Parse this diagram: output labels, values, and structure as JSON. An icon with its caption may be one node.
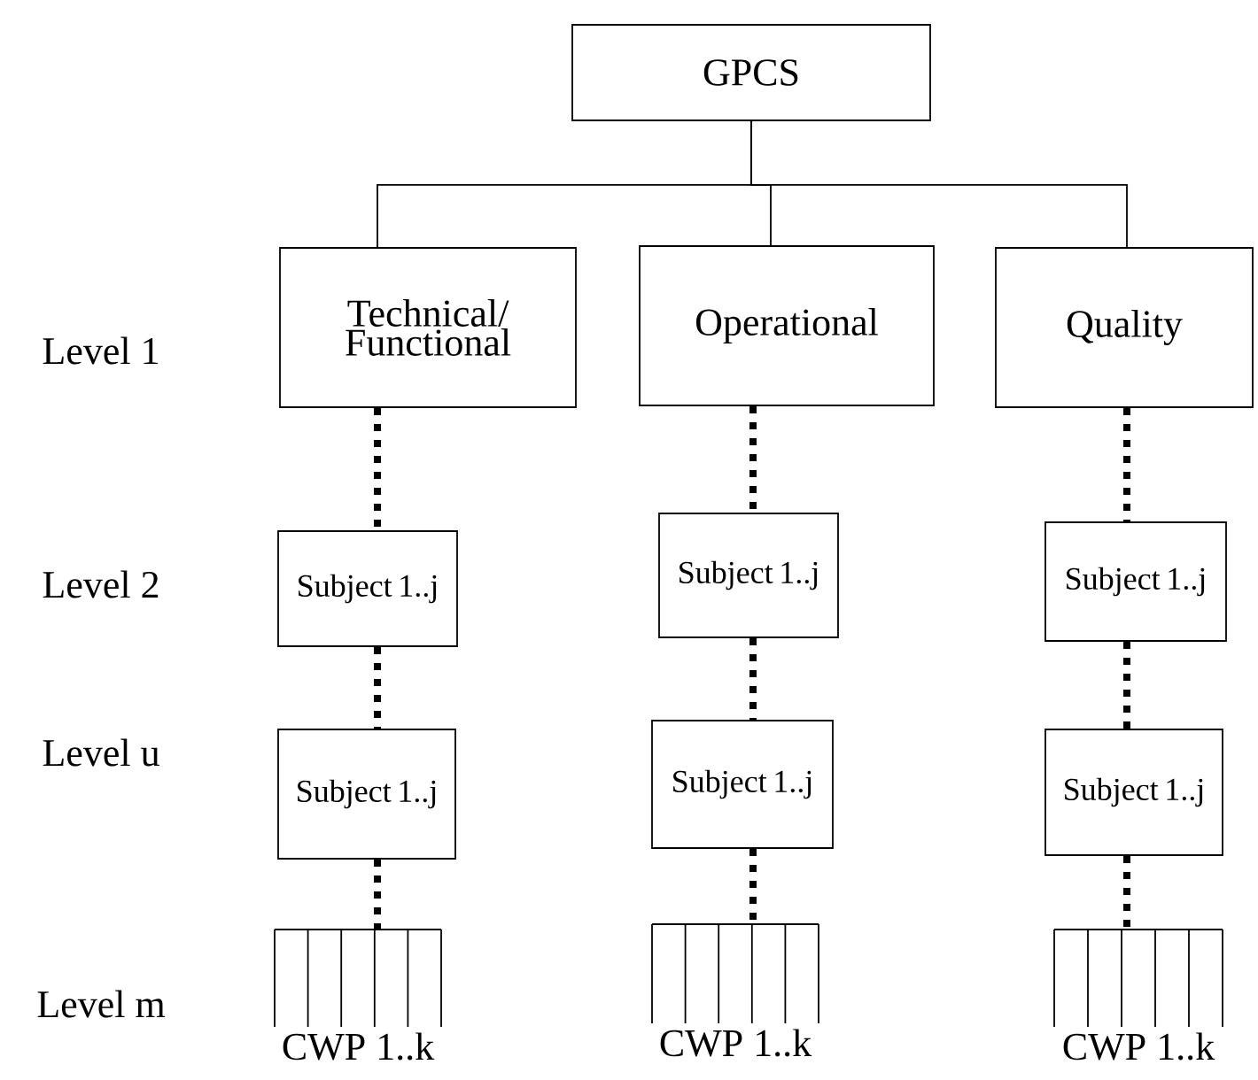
{
  "diagram": {
    "nodes": [
      {
        "text": [
          "GPCS"
        ]
      },
      {
        "text": [
          "Technical/ Functional"
        ]
      },
      {
        "text": [
          "Operational"
        ]
      },
      {
        "text": [
          "Quality"
        ]
      },
      {
        "text": [
          "Subject 1..j"
        ]
      },
      {
        "text": [
          "Subject 1..j"
        ]
      },
      {
        "text": [
          "Subject 1..j"
        ]
      },
      {
        "text": [
          "Subject 1..j"
        ]
      },
      {
        "text": [
          "Subject 1..j"
        ]
      },
      {
        "text": [
          "Subject 1..j"
        ]
      },
      {
        "text": [
          "CWP 1..k"
        ]
      },
      {
        "text": [
          "CWP 1..k"
        ]
      },
      {
        "text": [
          "CWP 1..k"
        ]
      }
    ],
    "edges": [
      {
        "from": 0,
        "to": 1,
        "arrow": "none"
      },
      {
        "from": 0,
        "to": 2,
        "arrow": "none"
      },
      {
        "from": 0,
        "to": 3,
        "arrow": "none"
      },
      {
        "from": 1,
        "to": 4,
        "arrow": "none",
        "style": "dashed"
      },
      {
        "from": 2,
        "to": 5,
        "arrow": "none",
        "style": "dashed"
      },
      {
        "from": 3,
        "to": 6,
        "arrow": "none",
        "style": "dashed"
      },
      {
        "from": 4,
        "to": 7,
        "arrow": "none",
        "style": "dashed"
      },
      {
        "from": 5,
        "to": 8,
        "arrow": "none",
        "style": "dashed"
      },
      {
        "from": 6,
        "to": 9,
        "arrow": "none",
        "style": "dashed"
      },
      {
        "from": 7,
        "to": 10,
        "arrow": "none",
        "style": "dashed"
      },
      {
        "from": 8,
        "to": 11,
        "arrow": "none",
        "style": "dashed"
      },
      {
        "from": 9,
        "to": 12,
        "arrow": "none",
        "style": "dashed"
      }
    ],
    "labels": [
      "Level 1",
      "Level 2",
      "Level u",
      "Level m"
    ]
  }
}
